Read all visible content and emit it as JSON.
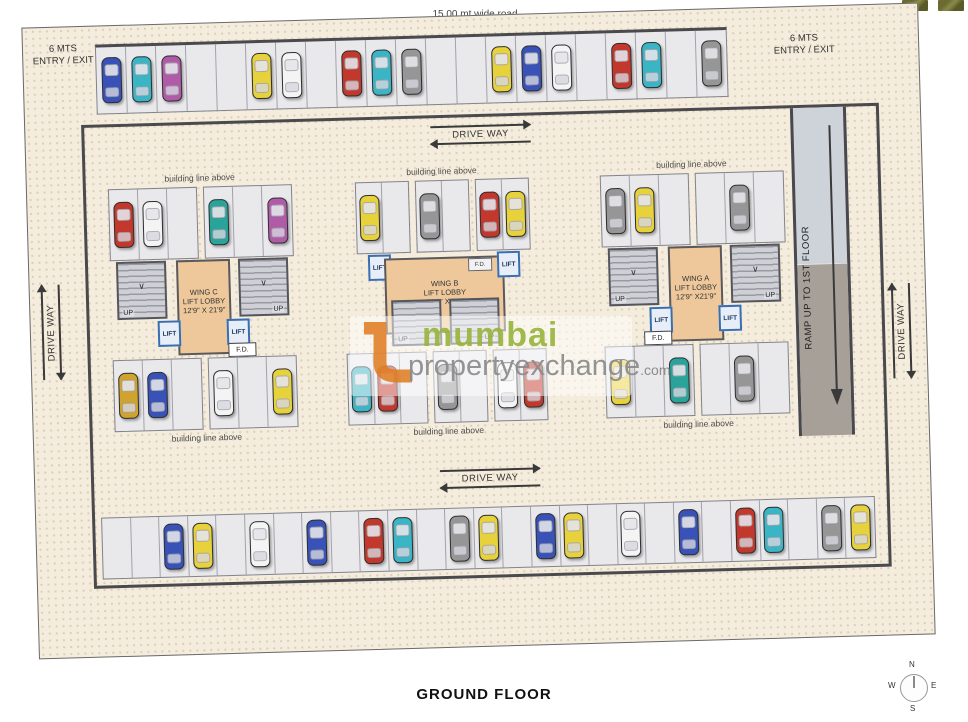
{
  "page": {
    "road_label": "15.00 mt wide road",
    "floor_title": "GROUND FLOOR"
  },
  "labels": {
    "entry_exit_line1": "6 MTS",
    "entry_exit_line2": "ENTRY / EXIT",
    "drive_way": "DRIVE WAY",
    "building_line": "building line above",
    "ramp": "RAMP UP TO 1ST FLOOR",
    "up": "UP",
    "lift": "LIFT",
    "fd": "F.D.",
    "stair_arrow": "∨"
  },
  "wings": [
    {
      "name": "WING C",
      "lobby": "LIFT  LOBBY",
      "dims": "12'9\" X 21'9\""
    },
    {
      "name": "WING B",
      "lobby": "LIFT  LOBBY",
      "dims": "32'0\" X 7'3\""
    },
    {
      "name": "WING A",
      "lobby": "LIFT  LOBBY",
      "dims": "12'9\" X21'9\""
    }
  ],
  "parking": {
    "top_strip": [
      "blue",
      "cyan",
      "magenta",
      "",
      "",
      "yellow",
      "white",
      "",
      "red",
      "cyan",
      "gray",
      "",
      "",
      "yellow",
      "blue",
      "white",
      "",
      "red",
      "cyan",
      "",
      "gray"
    ],
    "bottom_strip": [
      "",
      "",
      "blue",
      "yellow",
      "",
      "white",
      "",
      "blue",
      "",
      "red",
      "cyan",
      "",
      "gray",
      "yellow",
      "",
      "blue",
      "yellow",
      "",
      "white",
      "",
      "blue",
      "",
      "red",
      "cyan",
      "",
      "gray",
      "yellow"
    ],
    "wing_c_top": [
      [
        "red",
        "white",
        ""
      ],
      [
        "teal",
        "",
        "magenta"
      ]
    ],
    "wing_c_bottom": [
      [
        "gold",
        "blue",
        ""
      ],
      [
        "white",
        "",
        "yellow"
      ]
    ],
    "wing_b_top": [
      [
        "yellow",
        ""
      ],
      [
        "gray",
        ""
      ],
      [
        "red",
        "yellow"
      ]
    ],
    "wing_b_bottom": [
      [
        "cyan",
        "red",
        ""
      ],
      [
        "gray",
        ""
      ],
      [
        "white",
        "red"
      ]
    ],
    "wing_a_top": [
      [
        "gray",
        "yellow",
        ""
      ],
      [
        "",
        "gray",
        ""
      ]
    ],
    "wing_a_bottom": [
      [
        "yellow",
        "",
        "teal"
      ],
      [
        "",
        "gray",
        ""
      ]
    ]
  },
  "watermark": {
    "brand": "mumbai",
    "domain": "propertyexchange",
    "tld": ".com"
  },
  "compass": {
    "n": "N",
    "s": "S",
    "e": "E",
    "w": "W"
  },
  "colors": {
    "lobby": "#eec89b",
    "brand_green": "#98b43c",
    "accent_orange": "#e07a1f",
    "cars": {
      "blue": "#3952b8",
      "cyan": "#3ab5c5",
      "teal": "#2aa39b",
      "magenta": "#b05ba8",
      "yellow": "#e8d23c",
      "gold": "#cfa32e",
      "white": "#f4f4f4",
      "red": "#c3382c",
      "gray": "#969696"
    }
  }
}
